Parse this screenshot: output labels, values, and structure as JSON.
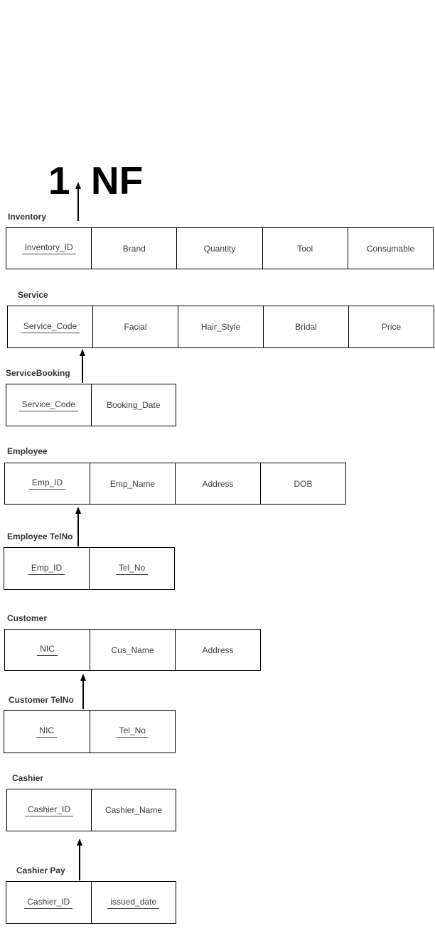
{
  "title": "1 NF",
  "colors": {
    "background": "#ffffff",
    "border": "#000000",
    "cell_text": "#3d3d3d",
    "label_text": "#333333",
    "title_text": "#000000"
  },
  "tables": [
    {
      "id": "inventory",
      "label": "Inventory",
      "columns": [
        {
          "text": "Inventory_ID",
          "key": true
        },
        {
          "text": "Brand",
          "key": false
        },
        {
          "text": "Quantity",
          "key": false
        },
        {
          "text": "Tool",
          "key": false
        },
        {
          "text": "Consumable",
          "key": false
        }
      ]
    },
    {
      "id": "service",
      "label": "Service",
      "columns": [
        {
          "text": "Service_Code",
          "key": true
        },
        {
          "text": "Facial",
          "key": false
        },
        {
          "text": "Hair_Style",
          "key": false
        },
        {
          "text": "Bridal",
          "key": false
        },
        {
          "text": "Price",
          "key": false
        }
      ]
    },
    {
      "id": "servicebooking",
      "label": "ServiceBooking",
      "columns": [
        {
          "text": "Service_Code",
          "key": true
        },
        {
          "text": "Booking_Date",
          "key": false
        }
      ]
    },
    {
      "id": "employee",
      "label": "Employee",
      "columns": [
        {
          "text": "Emp_ID",
          "key": true
        },
        {
          "text": "Emp_Name",
          "key": false
        },
        {
          "text": "Address",
          "key": false
        },
        {
          "text": "DOB",
          "key": false
        }
      ]
    },
    {
      "id": "employee-telno",
      "label": "Employee TelNo",
      "columns": [
        {
          "text": "Emp_ID",
          "key": true
        },
        {
          "text": "Tel_No",
          "key": true
        }
      ]
    },
    {
      "id": "customer",
      "label": "Customer",
      "columns": [
        {
          "text": "NIC",
          "key": true
        },
        {
          "text": "Cus_Name",
          "key": false
        },
        {
          "text": "Address",
          "key": false
        }
      ]
    },
    {
      "id": "customer-telno",
      "label": "Customer TelNo",
      "columns": [
        {
          "text": "NIC",
          "key": true
        },
        {
          "text": "Tel_No",
          "key": true
        }
      ]
    },
    {
      "id": "cashier",
      "label": "Cashier",
      "columns": [
        {
          "text": "Cashier_ID",
          "key": true
        },
        {
          "text": "Cashier_Name",
          "key": false
        }
      ]
    },
    {
      "id": "cashier-pay",
      "label": "Cashier Pay",
      "columns": [
        {
          "text": "Cashier_ID",
          "key": true
        },
        {
          "text": "issued_date",
          "key": true
        }
      ]
    }
  ],
  "connections": [
    {
      "from": "Inventory",
      "to": "1 NF title"
    },
    {
      "from": "ServiceBooking",
      "to": "Service"
    },
    {
      "from": "Employee TelNo",
      "to": "Employee"
    },
    {
      "from": "Customer TelNo",
      "to": "Customer"
    },
    {
      "from": "Cashier Pay",
      "to": "Cashier"
    }
  ]
}
